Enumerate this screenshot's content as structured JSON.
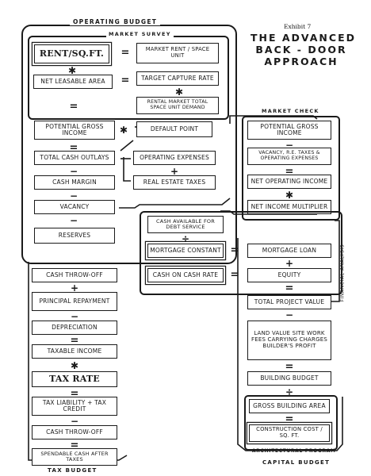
{
  "header": {
    "exhibit": "Exhibit 7",
    "title_lines": [
      "THE ADVANCED",
      "BACK - DOOR",
      "APPROACH"
    ]
  },
  "sections": {
    "operating_budget": "OPERATING BUDGET",
    "market_survey": "MARKET SURVEY",
    "market_check": "MARKET CHECK",
    "architectural_program": "ARCHITECTURAL PROGRAM",
    "capital_budget": "CAPITAL BUDGET",
    "tax_budget": "TAX BUDGET",
    "financial_analysis": "FINANCIAL ANALYSIS"
  },
  "operating": {
    "rent_sqft": "RENT/SQ.FT.",
    "net_leasable_area": "NET LEASABLE AREA",
    "market_rent": "MARKET RENT / SPACE UNIT",
    "target_capture_rate": "TARGET CAPTURE RATE",
    "rental_market_demand": "RENTAL MARKET TOTAL SPACE UNIT DEMAND",
    "potential_gross_income": "POTENTIAL GROSS INCOME",
    "default_point": "DEFAULT POINT",
    "total_cash_outlays": "TOTAL CASH OUTLAYS",
    "operating_expenses": "OPERATING EXPENSES",
    "cash_margin": "CASH MARGIN",
    "real_estate_taxes": "REAL ESTATE TAXES",
    "vacancy": "VACANCY",
    "reserves": "RESERVES"
  },
  "check": {
    "potential_gross_income": "POTENTIAL GROSS INCOME",
    "vacancy_taxes_expenses": "VACANCY, R.E. TAXES & OPERATING EXPENSES",
    "net_operating_income": "NET OPERATING INCOME",
    "net_income_multiplier": "NET INCOME MULTIPLIER"
  },
  "finance": {
    "cash_available_debt": "CASH AVAILABLE FOR DEBT SERVICE",
    "mortgage_constant": "MORTGAGE CONSTANT",
    "cash_on_cash_rate": "CASH ON CASH RATE"
  },
  "capital": {
    "mortgage_loan": "MORTGAGE LOAN",
    "equity": "EQUITY",
    "total_project_value": "TOTAL PROJECT VALUE",
    "land_value_etc": "LAND VALUE SITE WORK FEES CARRYING CHARGES BUILDER'S PROFIT",
    "building_budget": "BUILDING BUDGET",
    "gross_building_area": "GROSS BUILDING AREA",
    "construction_cost_sqft": "CONSTRUCTION COST / SQ. FT."
  },
  "tax": {
    "cash_throw_off": "CASH THROW-OFF",
    "principal_repayment": "PRINCIPAL REPAYMENT",
    "depreciation": "DEPRECIATION",
    "taxable_income": "TAXABLE INCOME",
    "tax_rate": "TAX RATE",
    "tax_liability": "TAX LIABILITY + TAX CREDIT",
    "cash_throw_off_2": "CASH THROW-OFF",
    "spendable_cash": "SPENDABLE CASH AFTER TAXES"
  },
  "ops": {
    "plus": "+",
    "minus": "−",
    "times": "✱",
    "equals": "=",
    "divide": "÷"
  }
}
